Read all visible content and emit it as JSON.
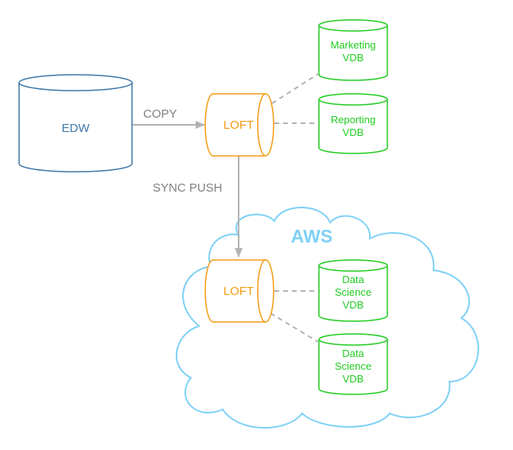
{
  "nodes": {
    "edw": {
      "label": "EDW"
    },
    "loft_top": {
      "label": "LOFT"
    },
    "loft_bottom": {
      "label": "LOFT"
    },
    "marketing_vdb": {
      "lines": [
        "Marketing",
        "VDB"
      ]
    },
    "reporting_vdb": {
      "lines": [
        "Reporting",
        "VDB"
      ]
    },
    "ds_vdb_1": {
      "lines": [
        "Data",
        "Science",
        "VDB"
      ]
    },
    "ds_vdb_2": {
      "lines": [
        "Data",
        "Science",
        "VDB"
      ]
    }
  },
  "cloud": {
    "label": "AWS"
  },
  "edges": {
    "copy": {
      "label": "COPY"
    },
    "sync_push": {
      "label": "SYNC PUSH"
    }
  },
  "colors": {
    "edw": "#3f78a8",
    "loft": "#f39c12",
    "vdb": "#22cc22",
    "cloud": "#7fd1f5",
    "arrow": "#b3b3b3",
    "dashed": "#b3b3b3",
    "edge_label": "#808080"
  }
}
